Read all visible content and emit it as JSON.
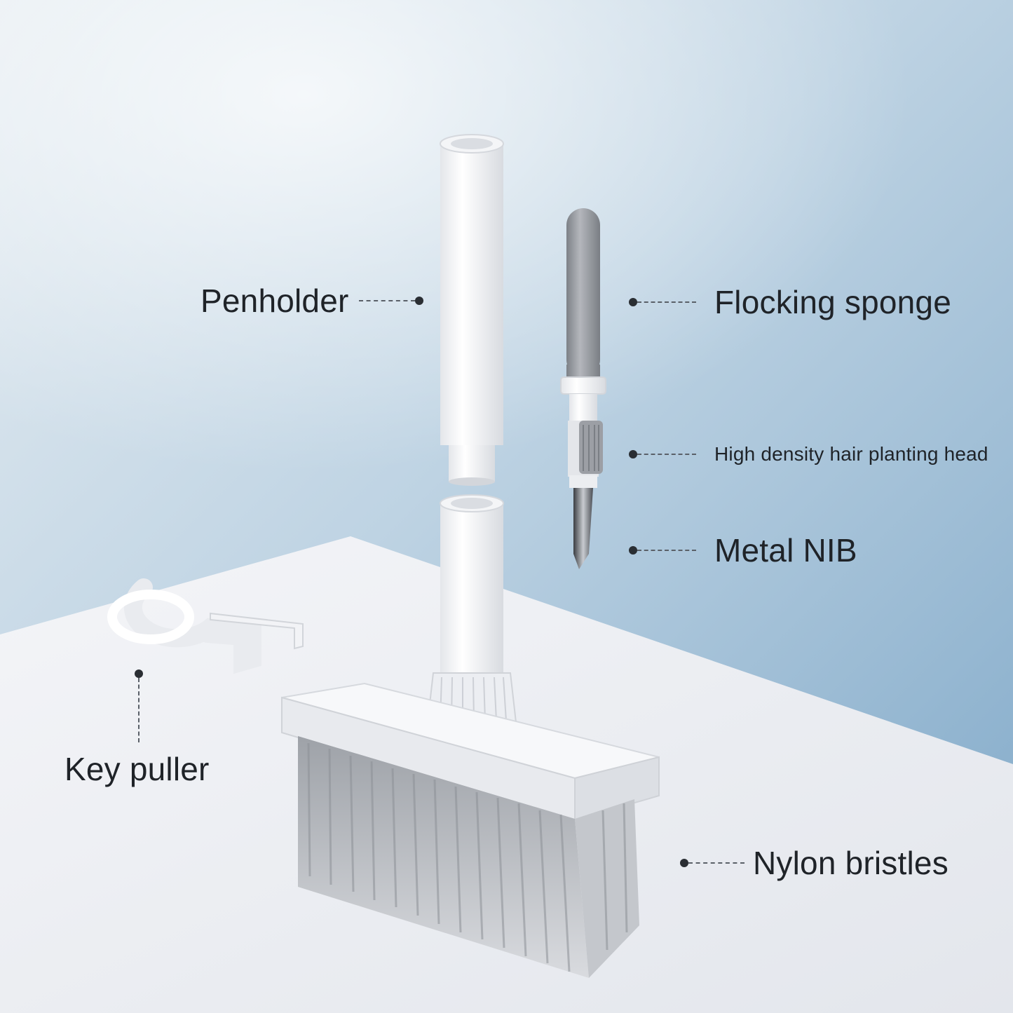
{
  "labels": {
    "penholder": "Penholder",
    "flocking_sponge": "Flocking sponge",
    "hair_head": "High density hair planting head",
    "metal_nib": "Metal NIB",
    "key_puller": "Key puller",
    "nylon_bristles": "Nylon bristles"
  },
  "colors": {
    "sky_light": "#dfe8ef",
    "sky_dark": "#8fb4d0",
    "table": "#eef0f4",
    "plastic": "#f7f7f9",
    "sponge": "#9a9ea4",
    "bristle": "#b9bcc2",
    "text": "#1f2328"
  }
}
